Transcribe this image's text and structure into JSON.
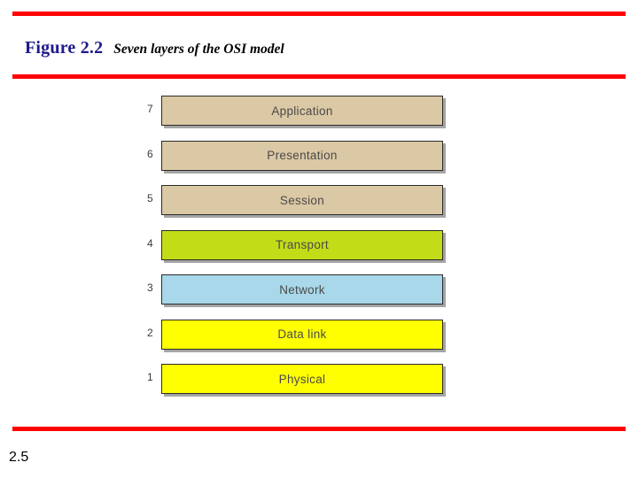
{
  "slide": {
    "figure_label": "Figure 2.2",
    "figure_caption": "Seven layers of the OSI model",
    "page_number": "2.5",
    "rule_color": "#ff0000",
    "title_color": "#1f1a8c"
  },
  "diagram": {
    "type": "stacked-layer-diagram",
    "layers": [
      {
        "number": "7",
        "name": "Application",
        "color": "#dbc8a4"
      },
      {
        "number": "6",
        "name": "Presentation",
        "color": "#dbc8a4"
      },
      {
        "number": "5",
        "name": "Session",
        "color": "#dbc8a4"
      },
      {
        "number": "4",
        "name": "Transport",
        "color": "#c3dc18"
      },
      {
        "number": "3",
        "name": "Network",
        "color": "#a8d8ea"
      },
      {
        "number": "2",
        "name": "Data link",
        "color": "#ffff00"
      },
      {
        "number": "1",
        "name": "Physical",
        "color": "#ffff00"
      }
    ]
  }
}
